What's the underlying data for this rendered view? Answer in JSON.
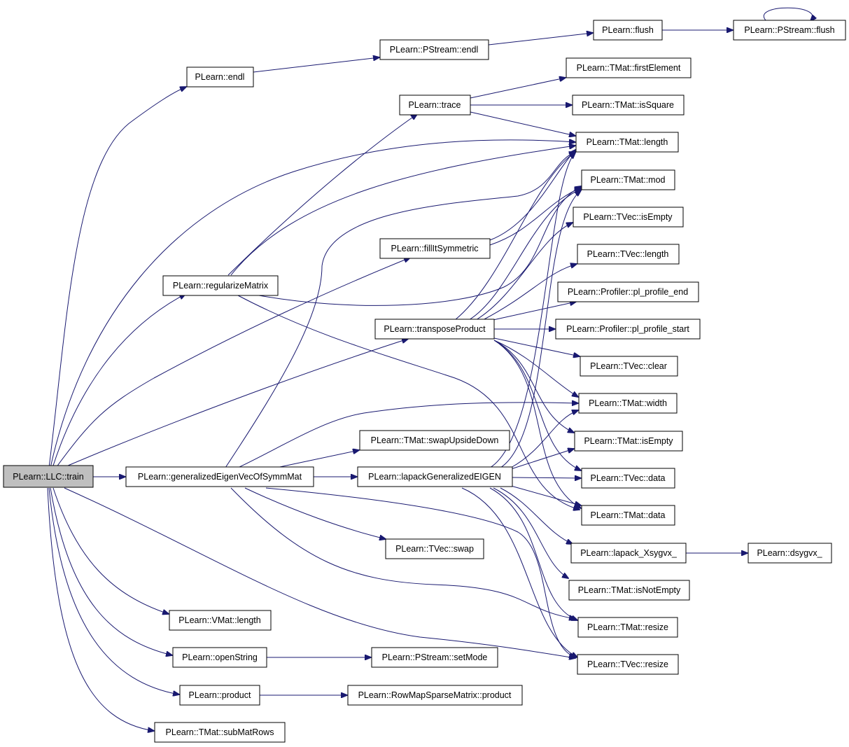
{
  "colors": {
    "edge": "#191970",
    "root_fill": "#bfbfbf",
    "node_fill": "#ffffff",
    "border": "#000000"
  },
  "nodes": {
    "llc_train": "PLearn::LLC::train",
    "endl": "PLearn::endl",
    "pstream_endl": "PLearn::PStream::endl",
    "flush": "PLearn::flush",
    "pstream_flush": "PLearn::PStream::flush",
    "tmat_firstelement": "PLearn::TMat::firstElement",
    "trace": "PLearn::trace",
    "tmat_issquare": "PLearn::TMat::isSquare",
    "tmat_length": "PLearn::TMat::length",
    "tmat_mod": "PLearn::TMat::mod",
    "fillitsymmetric": "PLearn::fillItSymmetric",
    "tvec_isempty": "PLearn::TVec::isEmpty",
    "tvec_length": "PLearn::TVec::length",
    "regularizematrix": "PLearn::regularizeMatrix",
    "profiler_end": "PLearn::Profiler::pl_profile_end",
    "transposeproduct": "PLearn::transposeProduct",
    "profiler_start": "PLearn::Profiler::pl_profile_start",
    "tvec_clear": "PLearn::TVec::clear",
    "tmat_width": "PLearn::TMat::width",
    "tmat_swapupsidedown": "PLearn::TMat::swapUpsideDown",
    "tmat_isempty": "PLearn::TMat::isEmpty",
    "generalizedeigen": "PLearn::generalizedEigenVecOfSymmMat",
    "lapackgeneralizedeigen": "PLearn::lapackGeneralizedEIGEN",
    "tvec_data": "PLearn::TVec::data",
    "tmat_data": "PLearn::TMat::data",
    "tvec_swap": "PLearn::TVec::swap",
    "lapack_xsygvx": "PLearn::lapack_Xsygvx_",
    "dsygvx": "PLearn::dsygvx_",
    "tmat_isnotempty": "PLearn::TMat::isNotEmpty",
    "vmat_length": "PLearn::VMat::length",
    "tmat_resize": "PLearn::TMat::resize",
    "openstring": "PLearn::openString",
    "pstream_setmode": "PLearn::PStream::setMode",
    "tvec_resize": "PLearn::TVec::resize",
    "product": "PLearn::product",
    "rowmap_product": "PLearn::RowMapSparseMatrix::product",
    "tmat_submatrows": "PLearn::TMat::subMatRows"
  }
}
